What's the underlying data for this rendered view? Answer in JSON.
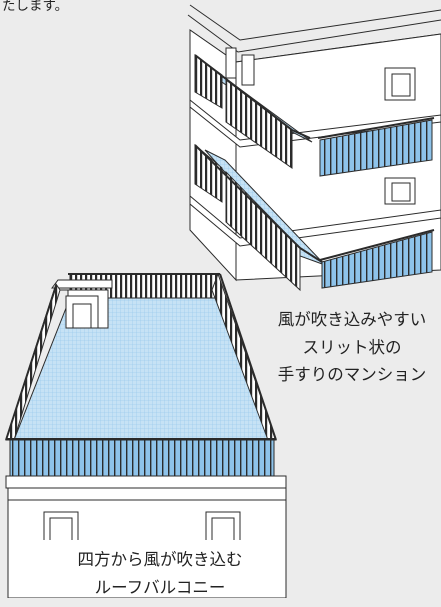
{
  "intro_tail": "たします。",
  "apartment_caption": [
    "風が吹き込みやすい",
    "スリット状の",
    "手すりのマンション"
  ],
  "roof_caption": [
    "四方から風が吹き込む",
    "ルーフバルコニー"
  ],
  "colors": {
    "background": "#ececec",
    "floor": "#c6e2f5",
    "glass": "#8ec3ea",
    "line": "#2b2b2b"
  }
}
